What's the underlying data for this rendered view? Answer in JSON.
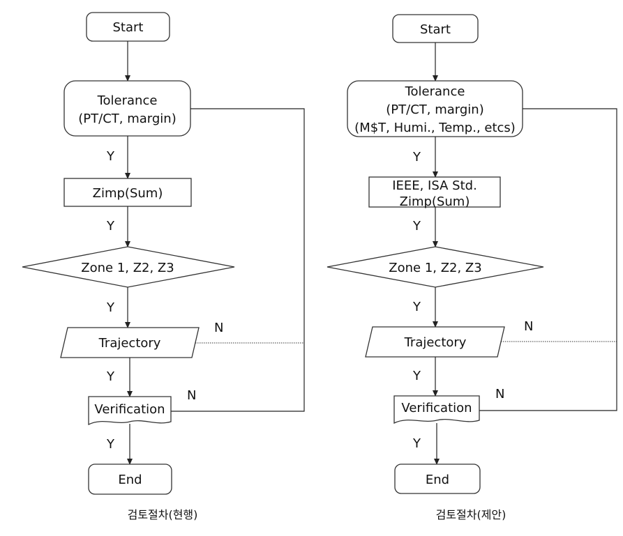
{
  "left": {
    "start": "Start",
    "tolerance_line1": "Tolerance",
    "tolerance_line2": "(PT/CT, margin)",
    "zimp": "Zimp(Sum)",
    "zone": "Zone 1, Z2, Z3",
    "trajectory": "Trajectory",
    "verification": "Verification",
    "end": "End",
    "yes": "Y",
    "no": "N",
    "caption": "검토절차(현행)"
  },
  "right": {
    "start": "Start",
    "tolerance_line1": "Tolerance",
    "tolerance_line2": "(PT/CT, margin)",
    "tolerance_line3": "(M$T, Humi., Temp., etcs)",
    "zimp_line1": "IEEE, ISA Std.",
    "zimp_line2": "Zimp(Sum)",
    "zone": "Zone 1, Z2, Z3",
    "trajectory": "Trajectory",
    "verification": "Verification",
    "end": "End",
    "yes": "Y",
    "no": "N",
    "caption": "검토절차(제안)"
  }
}
